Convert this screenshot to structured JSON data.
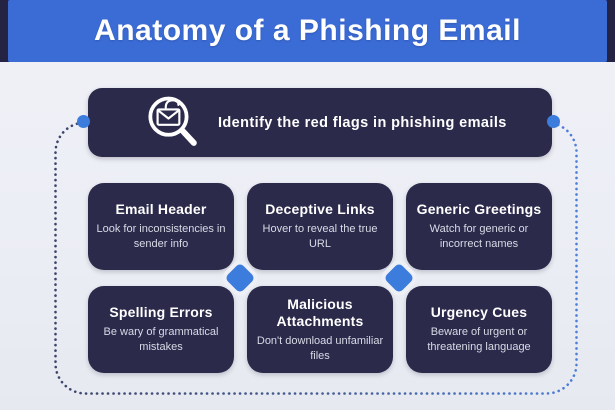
{
  "banner": {
    "title": "Anatomy of a Phishing Email"
  },
  "header_card": {
    "label": "Identify the red flags in phishing emails",
    "icon": "magnifier-envelope-icon"
  },
  "cards": [
    {
      "title": "Email Header",
      "subtitle": "Look for inconsistencies in sender info"
    },
    {
      "title": "Deceptive Links",
      "subtitle": "Hover to reveal the true URL"
    },
    {
      "title": "Generic Greetings",
      "subtitle": "Watch for generic or incorrect names"
    },
    {
      "title": "Spelling Errors",
      "subtitle": "Be wary of grammatical mistakes"
    },
    {
      "title": "Malicious Attachments",
      "subtitle": "Don't download unfamiliar files"
    },
    {
      "title": "Urgency Cues",
      "subtitle": "Beware of urgent or threatening language"
    }
  ],
  "colors": {
    "banner_blue": "#3b6cd6",
    "banner_edge_navy": "#252343",
    "card_navy": "#2b2a4b",
    "background": "#edeff6",
    "accent_blue": "#3c7cdd",
    "subtitle_text": "#d9dae6",
    "dotted_line_start": "#3c4468",
    "dotted_line_end": "#4d7ed8"
  }
}
